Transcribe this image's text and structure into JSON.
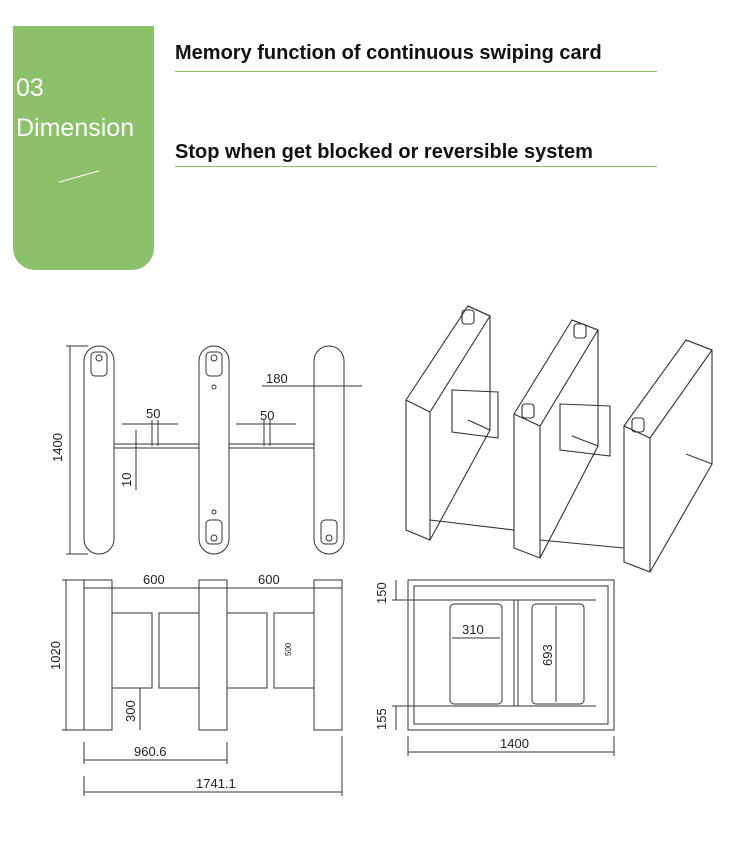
{
  "section": {
    "number": "03",
    "title": "Dimension"
  },
  "features": [
    "Memory function of continuous swiping card",
    "Stop when get blocked or reversible system"
  ],
  "dimensions": {
    "top_view": {
      "height": "1400",
      "spacing": "180",
      "gap_left": "50",
      "gap_right": "50",
      "thickness": "10"
    },
    "front_view": {
      "lane_left": "600",
      "lane_right": "600",
      "height": "1020",
      "flap_height": "500",
      "bottom": "300",
      "inner_width": "960.6",
      "overall_width": "1741.1"
    },
    "side_view": {
      "top": "150",
      "panel_width": "310",
      "panel_height": "693",
      "bottom": "155",
      "length": "1400"
    }
  },
  "colors": {
    "accent": "#8cc06a",
    "line": "#333333"
  }
}
